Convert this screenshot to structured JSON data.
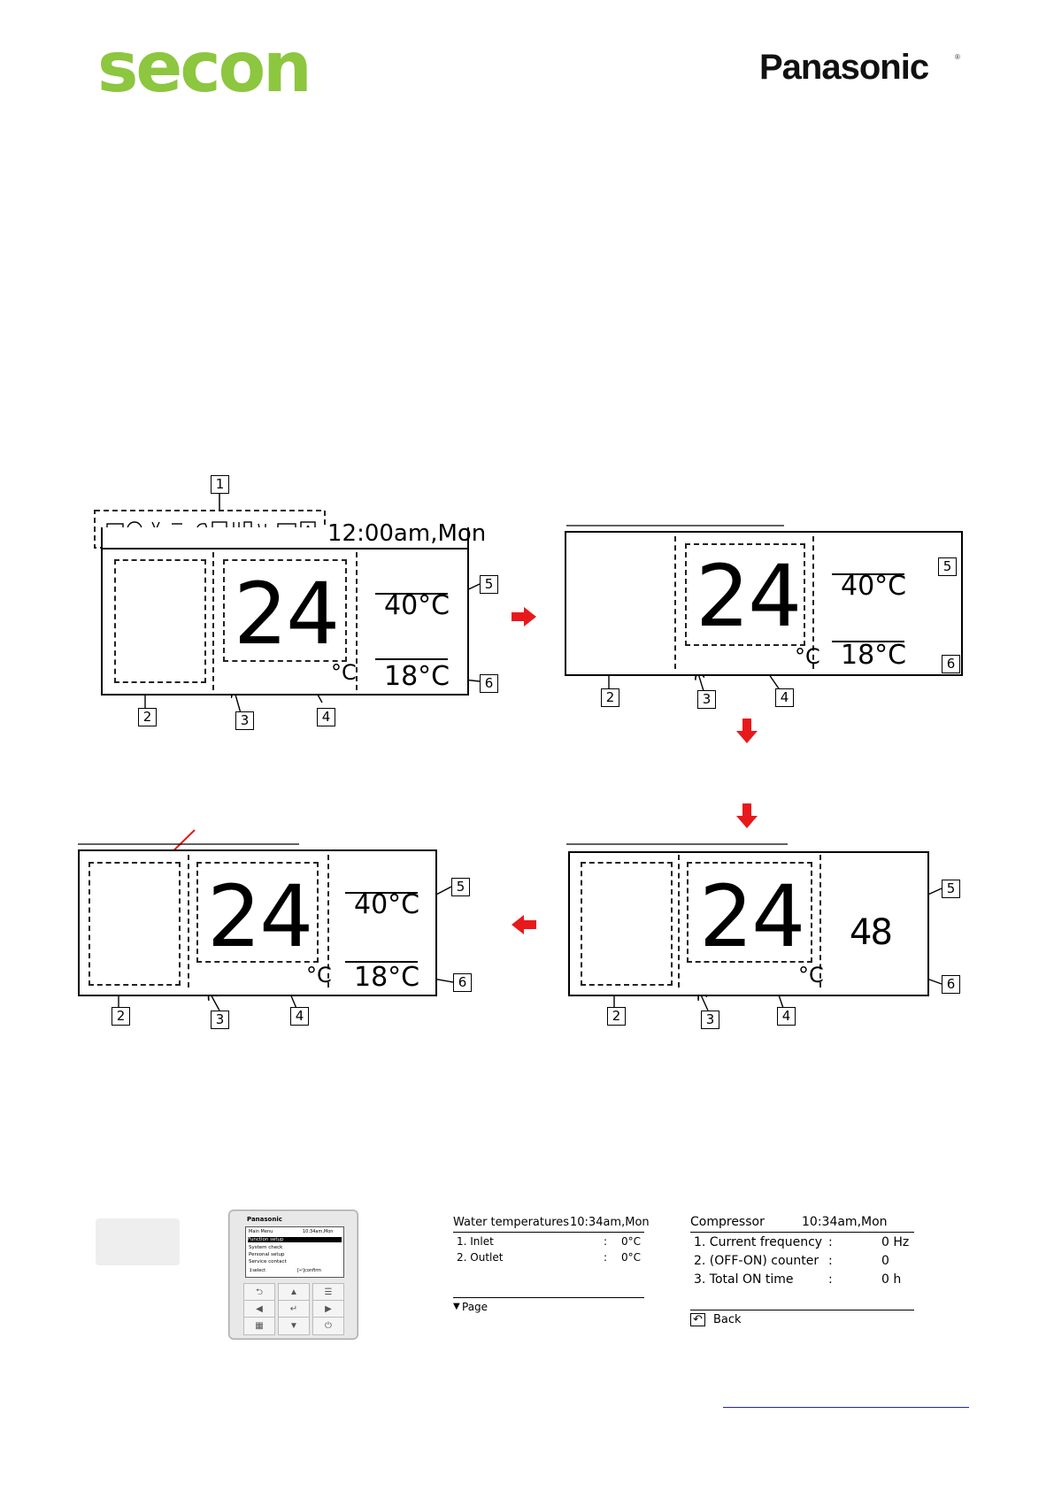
{
  "header": {
    "left_logo": "secon",
    "right_logo": "Panasonic",
    "right_logo_mark": "®"
  },
  "diagram": {
    "clock": "12:00am,Mon",
    "main_temp": "24",
    "unit": "°C",
    "tank_temp": "40°C",
    "room_temp": "18°C",
    "tank_setpoint": "48",
    "callouts": [
      "1",
      "2",
      "3",
      "4",
      "5",
      "6"
    ]
  },
  "menu_screens": {
    "remote_brand": "Panasonic",
    "remote_title": "Main Menu",
    "remote_time": "10:34am,Mon",
    "remote_items": [
      "Function setup",
      "System check",
      "Personal setup",
      "Service contact"
    ],
    "remote_footer_left": "↕select",
    "remote_footer_right": "[↵]confirm",
    "water": {
      "title": "Water temperatures",
      "time": "10:34am,Mon",
      "rows": [
        {
          "label": "1. Inlet",
          "sep": ":",
          "value": "0°C"
        },
        {
          "label": "2. Outlet",
          "sep": ":",
          "value": "0°C"
        }
      ],
      "footer": "Page"
    },
    "compressor": {
      "title": "Compressor",
      "time": "10:34am,Mon",
      "rows": [
        {
          "label": "1. Current frequency",
          "sep": ":",
          "value": "0 Hz"
        },
        {
          "label": "2. (OFF-ON) counter",
          "sep": ":",
          "value": "0"
        },
        {
          "label": "3. Total ON time",
          "sep": ":",
          "value": "0 h"
        }
      ],
      "footer": "Back"
    }
  },
  "colors": {
    "secon_green": "#8dc63f",
    "arrow_red": "#e8191b",
    "link_blue": "#1a1aff"
  }
}
